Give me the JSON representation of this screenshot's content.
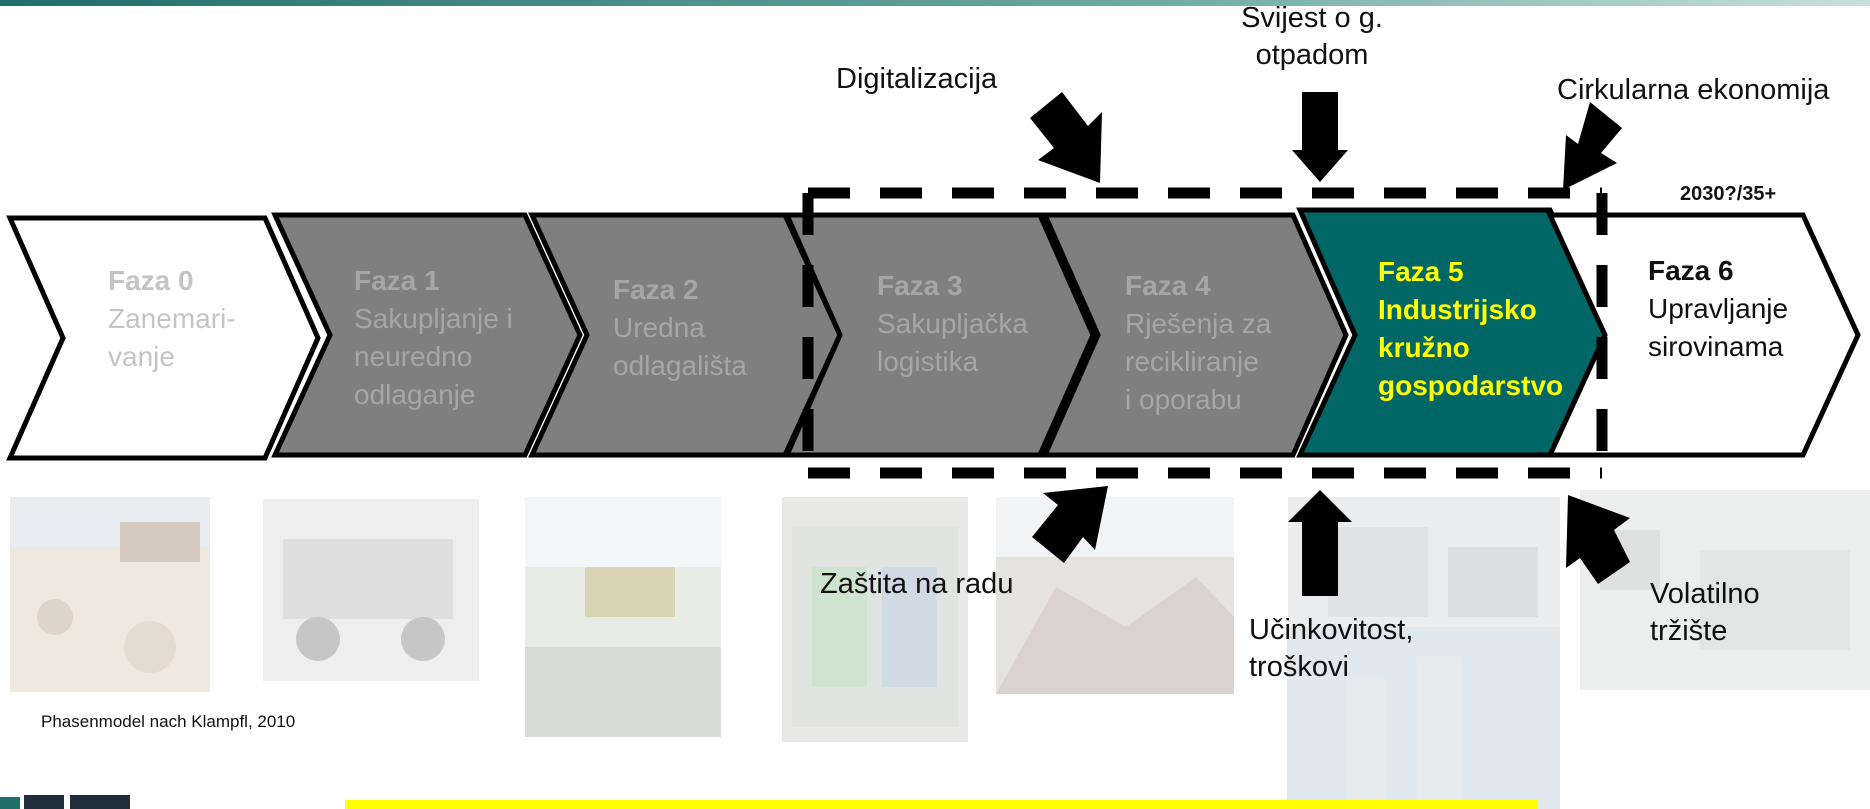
{
  "phases": [
    {
      "title": "Faza 0",
      "desc": [
        "Zanemari-",
        "vanje"
      ],
      "fill": "#ffffff",
      "text_color": "#c4c4c4"
    },
    {
      "title": "Faza 1",
      "desc": [
        "Sakupljanje i",
        "neuredno",
        "odlaganje"
      ],
      "fill": "#7f7f7f",
      "text_color": "#a6a6a6"
    },
    {
      "title": "Faza 2",
      "desc": [
        "Uredna",
        "odlagališta"
      ],
      "fill": "#7f7f7f",
      "text_color": "#a6a6a6"
    },
    {
      "title": "Faza 3",
      "desc": [
        "Sakupljačka",
        "logistika"
      ],
      "fill": "#7f7f7f",
      "text_color": "#a6a6a6"
    },
    {
      "title": "Faza 4",
      "desc": [
        "Rješenja za",
        "recikliranje",
        "i oporabu"
      ],
      "fill": "#7f7f7f",
      "text_color": "#a6a6a6"
    },
    {
      "title": "Faza 5",
      "desc": [
        "Industrijsko",
        "kružno",
        "gospodarstvo"
      ],
      "fill": "#006666",
      "text_color": "#ffff00"
    },
    {
      "title": "Faza 6",
      "desc": [
        "Upravljanje",
        "sirovinama"
      ],
      "fill": "#ffffff",
      "text_color": "#111111"
    }
  ],
  "drivers_top": {
    "digitalizacija": "Digitalizacija",
    "svijest": [
      "Svijest o g.",
      "otpadom"
    ],
    "cirkularna": "Cirkularna ekonomija"
  },
  "drivers_bottom": {
    "zastita": "Zaštita na radu",
    "ucinkovitost": [
      "Učinkovitost,",
      "troškovi"
    ],
    "volatilno": [
      "Volatilno",
      "tržište"
    ]
  },
  "year_label": "2030?/35+",
  "source": "Phasenmodel nach Klampfl, 2010",
  "colors": {
    "accent": "#006666",
    "highlight": "#ffff00",
    "grey_chevron": "#7f7f7f"
  }
}
